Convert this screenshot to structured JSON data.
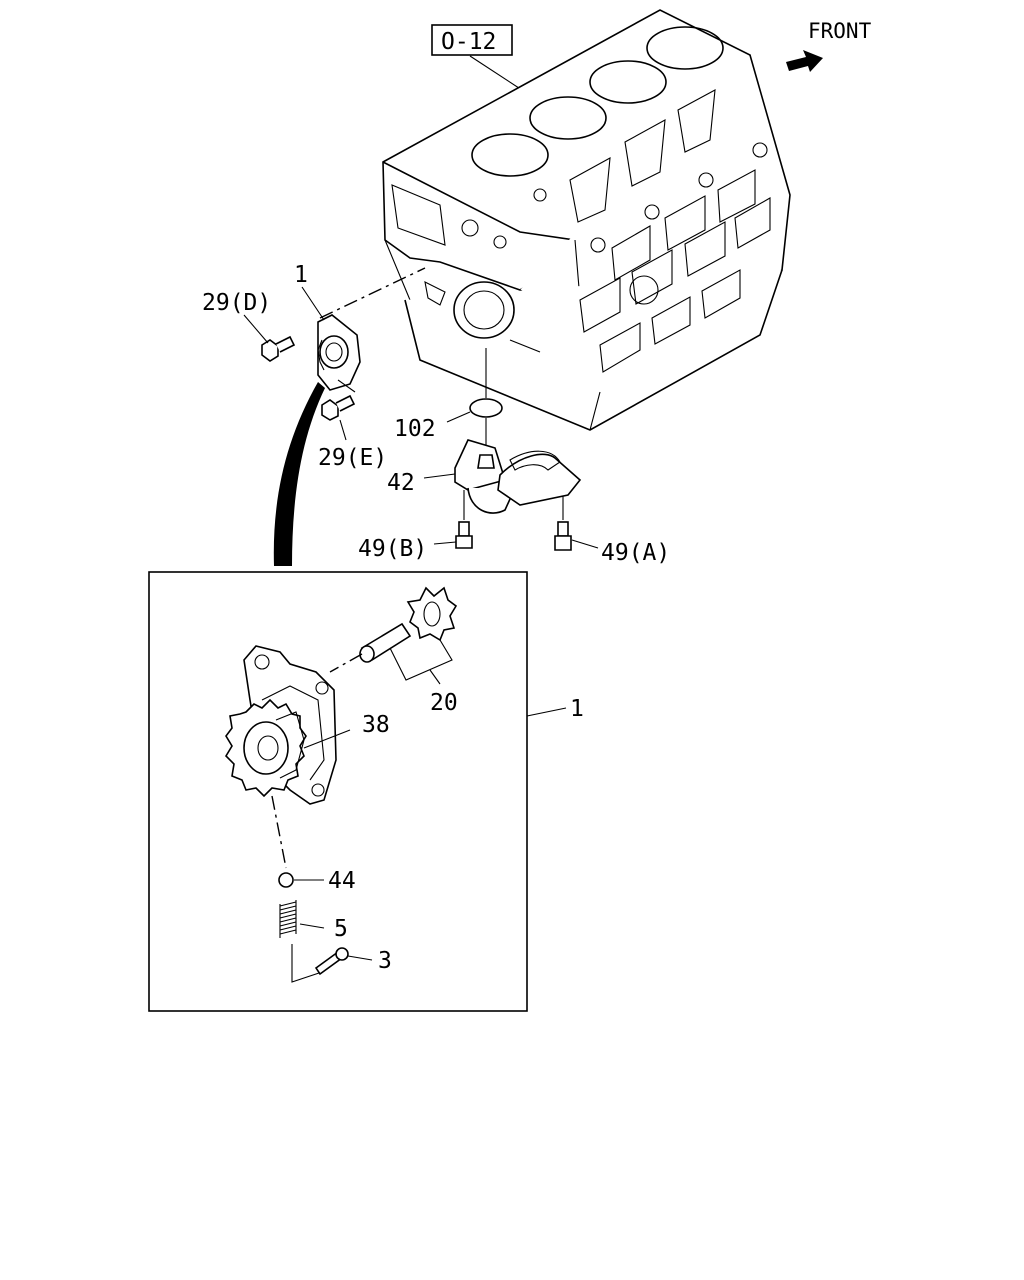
{
  "ref_box": "O-12",
  "direction": "FRONT",
  "callouts": {
    "c1_top": "1",
    "c29d": "29(D)",
    "c29e": "29(E)",
    "c102": "102",
    "c42": "42",
    "c49b": "49(B)",
    "c49a": "49(A)",
    "c20": "20",
    "c38": "38",
    "c1_detail": "1",
    "c44": "44",
    "c5": "5",
    "c3": "3"
  },
  "colors": {
    "line": "#000000",
    "background": "#ffffff"
  },
  "icons": {
    "direction_arrow": "arrow-icon"
  }
}
